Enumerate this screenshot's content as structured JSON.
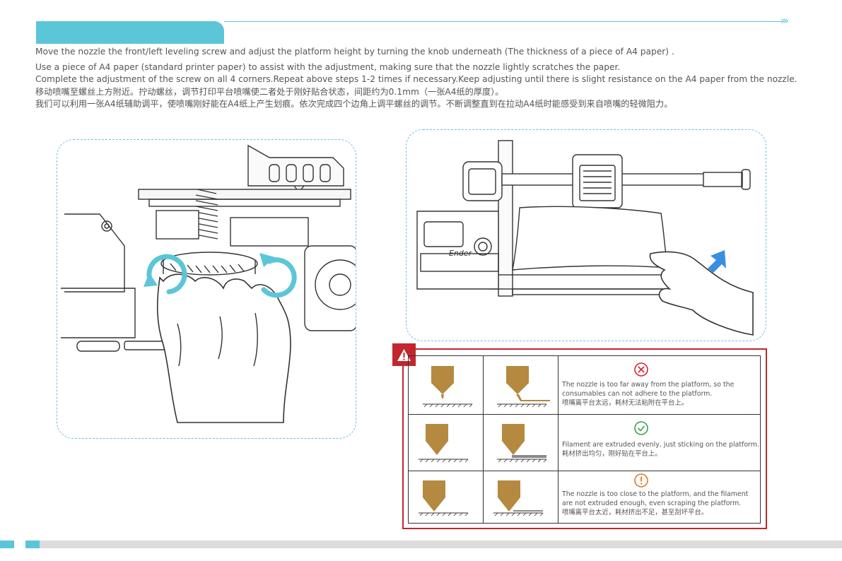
{
  "instructions": {
    "en_1": "Move the nozzle the front/left leveling screw and adjust the platform height by turning the knob underneath (The thickness of a piece of A4 paper) .",
    "en_2": "Use a piece of A4 paper (standard printer paper) to assist with the adjustment, making sure that the nozzle lightly scratches the paper.",
    "en_3": "Complete the adjustment of the screw on all 4 corners.Repeat above steps 1-2 times if necessary.Keep adjusting until there is slight resistance on the A4 paper from the nozzle.",
    "zh_1": "移动喷嘴至螺丝上方附近。拧动螺丝，调节打印平台喷嘴使二者处于刚好贴合状态，间距约为0.1mm（一张A4纸的厚度）。",
    "zh_2": "我们可以利用一张A4纸辅助调平，使喷嘴刚好能在A4纸上产生划痕。依次完成四个边角上调平螺丝的调节。不断调整直到在拉动A4纸时能感受到来自喷嘴的轻微阻力。"
  },
  "printer_label": "Ender",
  "nozzle_table": [
    {
      "status": "too-far",
      "icon": "cross-circle-icon",
      "color": "#d7262e",
      "en": "The nozzle is too far away from the platform, so the consumables can not adhere to the platform.",
      "zh": "喷嘴离平台太远，耗材无法粘附在平台上。"
    },
    {
      "status": "correct",
      "icon": "check-circle-icon",
      "color": "#3aa24a",
      "en": "Filament are extruded evenly, just sticking on the platform.",
      "zh": "耗材挤出均匀，刚好贴在平台上。"
    },
    {
      "status": "too-close",
      "icon": "exclamation-circle-icon",
      "color": "#e07a22",
      "en": "The nozzle is too close to the platform, and the filament are not extruded enough, even scraping the platform.",
      "zh": "喷嘴离平台太近，耗材挤出不足，甚至刮坏平台。"
    }
  ],
  "colors": {
    "accent": "#5bc6d8",
    "warning": "#c1272d",
    "nozzle": "#b5893f"
  }
}
